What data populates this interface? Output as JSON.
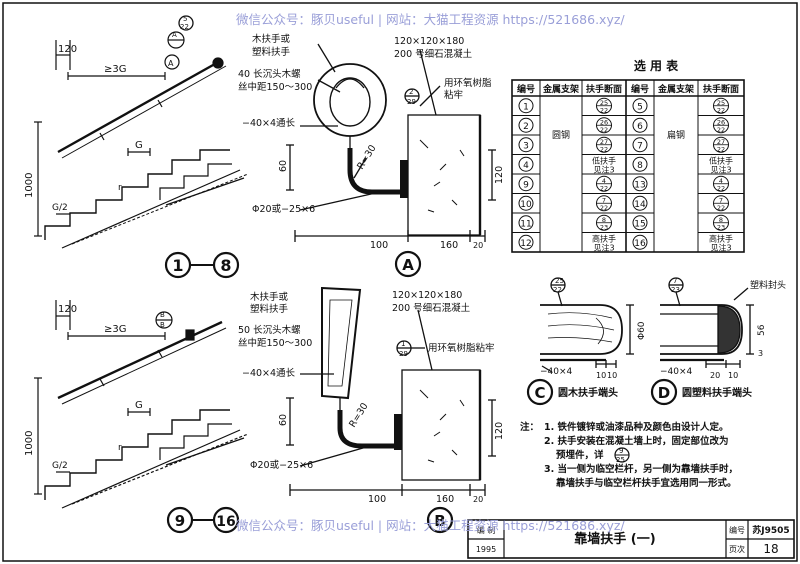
{
  "watermark": {
    "text": "微信公众号：豚贝useful | 网站：大猫工程资源 https://521686.xyz/"
  },
  "detail_1_8": {
    "dim_top": "120",
    "dim_3g": "≥3G",
    "dim_g": "G",
    "dim_g2": "G/2",
    "dim_height": "1000",
    "label_r": "r",
    "circle_a": "1",
    "circle_b": "8",
    "ref_mark_top": "A",
    "ref_mark_a": "A"
  },
  "detail_9_16": {
    "dim_top": "120",
    "dim_3g": "≥3G",
    "dim_g": "G",
    "dim_g2": "G/2",
    "dim_height": "1000",
    "label_r": "r",
    "circle_a": "9",
    "circle_b": "16",
    "ref_mark_top": "B",
    "ref_mark_b": "B"
  },
  "section_a": {
    "label_handrail": "木扶手或",
    "label_handrail2": "塑料扶手",
    "label_screw": "40 长沉头木螺",
    "label_screw2": "丝中距150～300",
    "label_flat": "−40×4通长",
    "label_block": "120×120×180",
    "label_concrete": "200 号细石混凝土",
    "label_epoxy": "用环氧树脂",
    "label_epoxy2": "粘牢",
    "label_bar": "Φ20或−25×6",
    "dim_r": "R=30",
    "dim_60": "60",
    "dim_100": "100",
    "dim_160": "160",
    "dim_20": "20",
    "dim_120": "120",
    "title": "A"
  },
  "section_b": {
    "label_handrail": "木扶手或",
    "label_handrail2": "塑料扶手",
    "label_screw": "50 长沉头木螺",
    "label_screw2": "丝中距150～300",
    "label_flat": "−40×4通长",
    "label_block": "120×120×180",
    "label_concrete": "200 号细石混凝土",
    "label_epoxy": "用环氧树脂粘牢",
    "label_bar": "Φ20或−25×6",
    "dim_r": "R=30",
    "dim_60": "60",
    "dim_100": "100",
    "dim_160": "160",
    "dim_20": "20",
    "dim_120": "120",
    "title": "B"
  },
  "selection_table": {
    "title": "选 用 表",
    "headers": [
      "编号",
      "金属支架",
      "扶手断面",
      "编号",
      "金属支架",
      "扶手断面"
    ],
    "left_support": "圆钢",
    "right_support": "扁钢",
    "rows": [
      {
        "no_l": "1",
        "sec_l": "25/22",
        "no_r": "5",
        "sec_r": "25/22"
      },
      {
        "no_l": "2",
        "sec_l": "26/22",
        "no_r": "6",
        "sec_r": "26/22"
      },
      {
        "no_l": "3",
        "sec_l": "27/22",
        "no_r": "7",
        "sec_r": "27/22"
      },
      {
        "no_l": "4",
        "sec_l": "低扶手 见注3",
        "no_r": "8",
        "sec_r": "低扶手 见注3"
      },
      {
        "no_l": "9",
        "sec_l": "4/22",
        "no_r": "13",
        "sec_r": "4/22"
      },
      {
        "no_l": "10",
        "sec_l": "7/22",
        "no_r": "14",
        "sec_r": "7/22"
      },
      {
        "no_l": "11",
        "sec_l": "8/23",
        "no_r": "15",
        "sec_r": "8/23"
      },
      {
        "no_l": "12",
        "sec_l": "高扶手 见注3",
        "no_r": "16",
        "sec_r": "高扶手 见注3"
      }
    ]
  },
  "detail_c": {
    "ref_top": "25",
    "ref_bottom": "22",
    "dim_phi": "Φ60",
    "dim_10a": "10",
    "dim_10b": "10",
    "label_flat": "−40×4",
    "title_letter": "C",
    "title": "圆木扶手端头"
  },
  "detail_d": {
    "ref_top": "7",
    "ref_bottom": "23",
    "label_cap": "塑料封头",
    "dim_56": "56",
    "dim_3": "3",
    "dim_20": "20",
    "dim_10": "10",
    "label_flat": "−40×4",
    "title_letter": "D",
    "title": "圆塑料扶手端头"
  },
  "notes": {
    "head": "注：",
    "items": [
      "1. 铁件镀锌或油漆品种及颜色由设计人定。",
      "2. 扶手安装在混凝土墙上时，固定部位改为",
      "预埋件，详",
      "3. 当一侧为临空栏杆，另一侧为靠墙扶手时，",
      "靠墙扶手与临空栏杆扶手宜选用同一形式。"
    ],
    "ref_top": "9",
    "ref_bottom": "25"
  },
  "title_block": {
    "label_approve": "编 制",
    "label_year": "1995",
    "title": "靠墙扶手 (一)",
    "label_code": "编号",
    "code": "苏J9505",
    "label_page": "页次",
    "page": "18"
  },
  "ref_marks": {
    "a1_top": "5",
    "a1_bottom": "22",
    "a2_top": "2",
    "a2_bottom": "29",
    "b1_top": "1",
    "b1_bottom": "29"
  }
}
